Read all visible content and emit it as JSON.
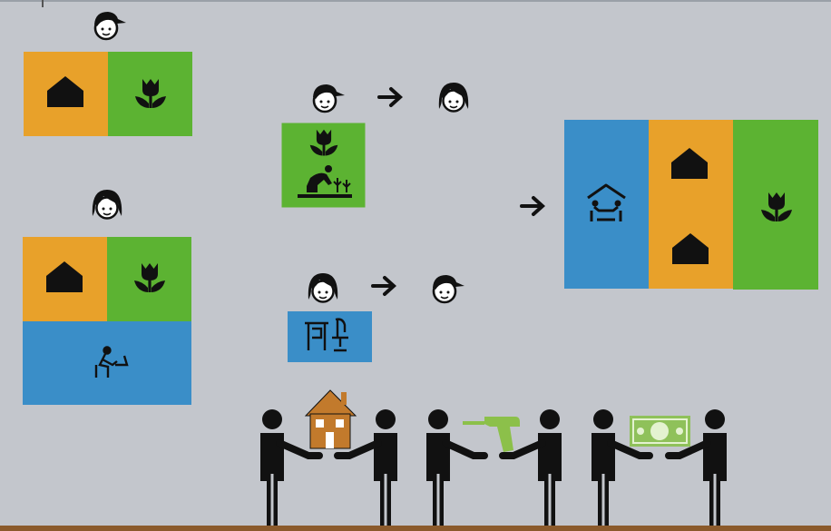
{
  "colors": {
    "background": "#c3c6cc",
    "orange": "#e8a12a",
    "green": "#5cb332",
    "blue": "#3a8ec8",
    "black": "#111111",
    "house_brown": "#c27a2c",
    "drill_green": "#8cc04a",
    "money_green": "#8fc15a"
  },
  "diagram": {
    "person_a_initial_domains": [
      "house",
      "garden"
    ],
    "person_b_initial_domains": [
      "house",
      "garden",
      "office-work"
    ],
    "transfer_1": {
      "from": "person-a",
      "to": "person-b",
      "task": "gardening"
    },
    "transfer_2": {
      "from": "person-b",
      "to": "person-a",
      "task": "desk-work"
    },
    "combined_domains": [
      "shared-home",
      "house",
      "house",
      "garden"
    ],
    "exchanges": [
      "house",
      "drill",
      "money"
    ]
  }
}
